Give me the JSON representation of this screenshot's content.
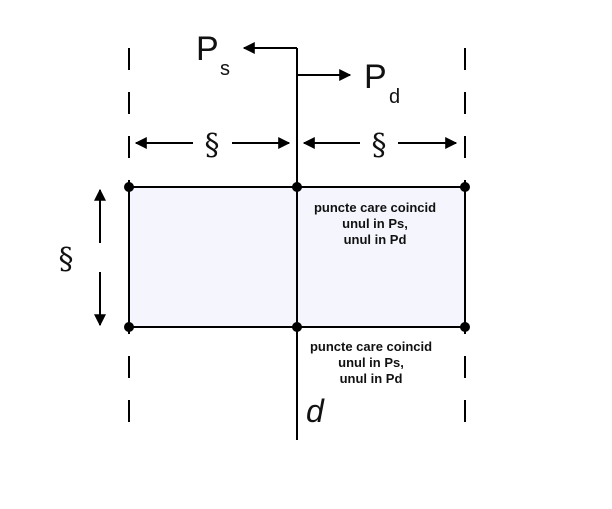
{
  "labels": {
    "ps_main": "P",
    "ps_sub": "s",
    "pd_main": "P",
    "pd_sub": "d",
    "section_left": "§",
    "section_right": "§",
    "section_vertical": "§",
    "line_label": "d"
  },
  "notes": {
    "top": [
      "puncte care coincid",
      "unul in Ps,",
      "unul in Pd"
    ],
    "bottom": [
      "puncte care coincid",
      "unul in Ps,",
      "unul in Pd"
    ]
  },
  "colors": {
    "rect_fill": "#f5f6fd",
    "stroke": "#000000"
  }
}
